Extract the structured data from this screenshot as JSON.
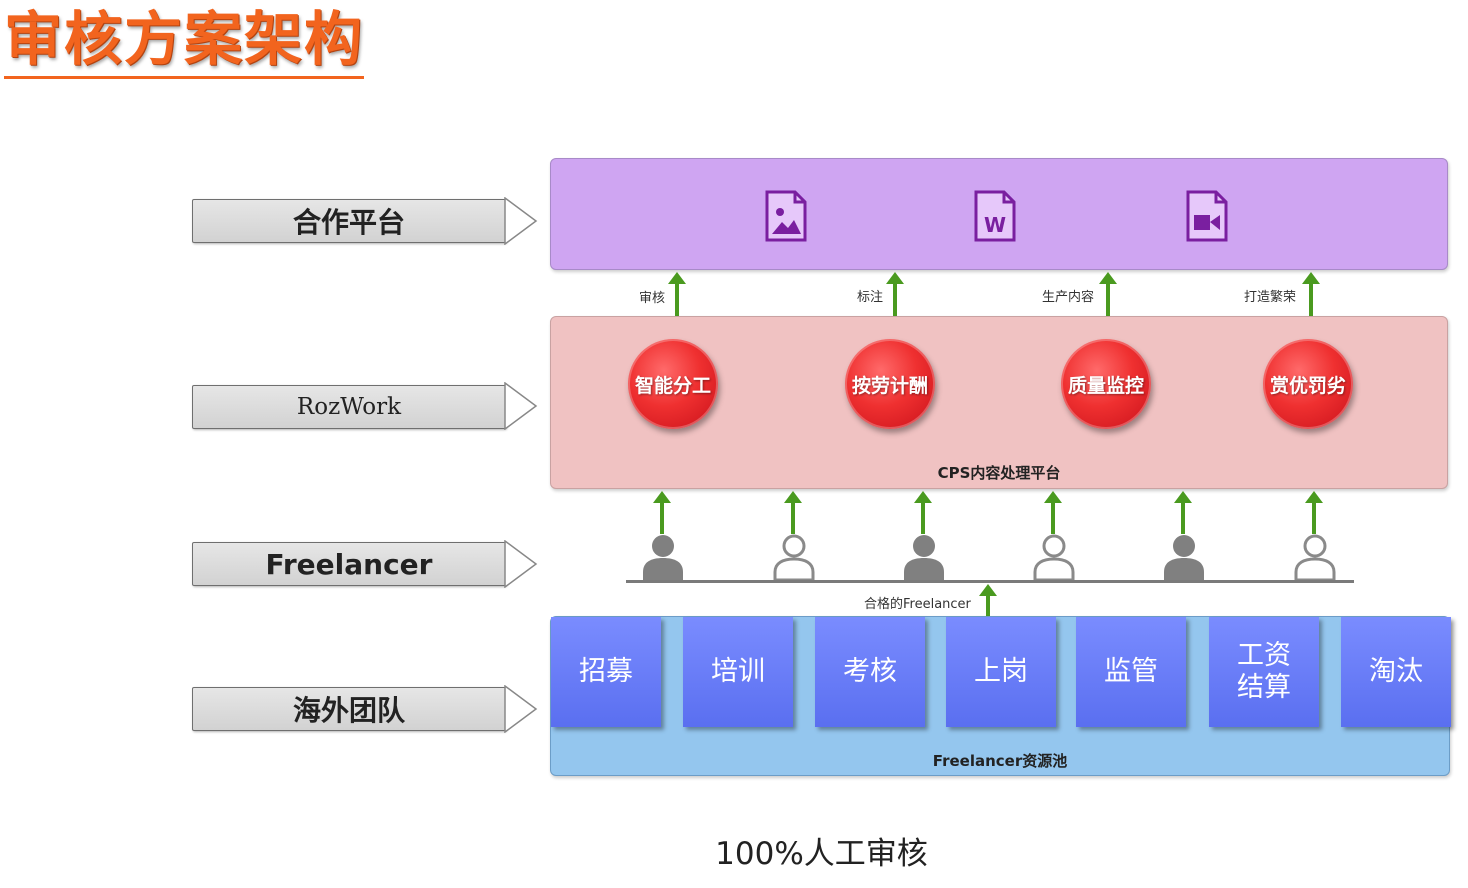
{
  "title": "审核方案架构",
  "layers": [
    {
      "label": "合作平台"
    },
    {
      "label": "RozWork"
    },
    {
      "label": "Freelancer"
    },
    {
      "label": "海外团队"
    }
  ],
  "partner_icons": [
    "image-file-icon",
    "word-file-icon",
    "video-file-icon"
  ],
  "partner_flow_labels": [
    "审核",
    "标注",
    "生产内容",
    "打造繁荣"
  ],
  "cps": {
    "modules": [
      "智能分工",
      "按劳计酬",
      "质量监控",
      "赏优罚劣"
    ],
    "label": "CPS内容处理平台"
  },
  "freelancer_flow_label": "合格的Freelancer",
  "pool": {
    "steps": [
      "招募",
      "培训",
      "考核",
      "上岗",
      "监管",
      "工资\n结算",
      "淘汰"
    ],
    "label": "Freelancer资源池"
  },
  "footer": "100%人工审核",
  "colors": {
    "title": "#f2641e",
    "partner_box": "#cfa5f2",
    "cps_box": "#f0c2c2",
    "pool_box": "#94c6ee",
    "step_box": "#6a7dfa",
    "module_circle": "#ef3030",
    "arrow": "#4a9a1f",
    "icon_purple": "#7a1fa0"
  }
}
